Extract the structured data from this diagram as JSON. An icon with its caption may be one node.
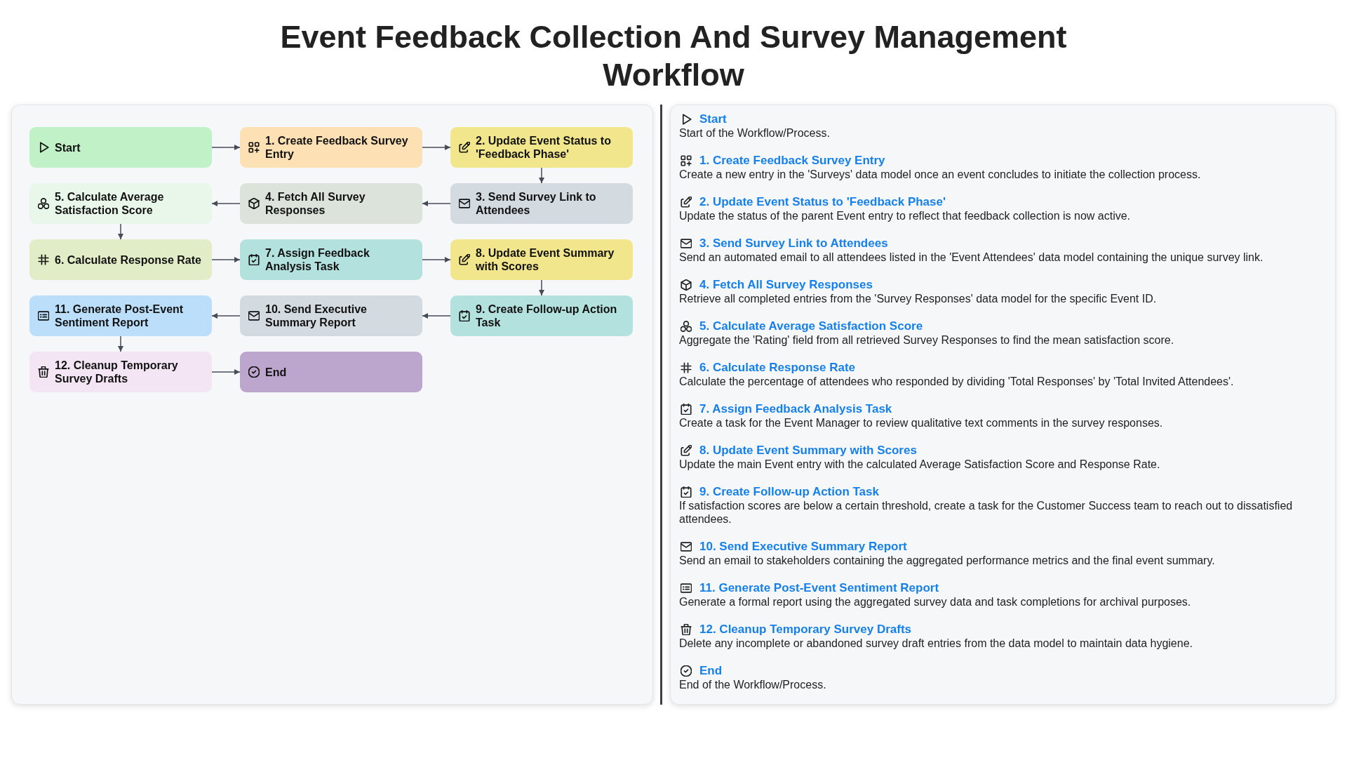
{
  "diagram": {
    "title": "Event Feedback Collection And Survey Management Workflow",
    "nodes": [
      {
        "text": [],
        "shape": "box"
      },
      {
        "text": [
          "Start"
        ],
        "in": 0
      },
      {
        "text": [
          "1. Create Feedback Survey Entry"
        ],
        "in": 0
      },
      {
        "text": [
          "2. Update Event Status to 'Feedback Phase'"
        ],
        "in": 0
      },
      {
        "text": [
          "3. Send Survey Link to Attendees"
        ],
        "in": 0
      },
      {
        "text": [
          "4. Fetch All Survey Responses"
        ],
        "in": 0
      },
      {
        "text": [
          "5. Calculate Average Satisfaction Score"
        ],
        "in": 0
      },
      {
        "text": [
          "6. Calculate Response Rate"
        ],
        "in": 0
      },
      {
        "text": [
          "7. Assign Feedback Analysis Task"
        ],
        "in": 0
      },
      {
        "text": [
          "8. Update Event Summary with Scores"
        ],
        "in": 0
      },
      {
        "text": [
          "9. Create Follow-up Action Task"
        ],
        "in": 0
      },
      {
        "text": [
          "10. Send Executive Summary Report"
        ],
        "in": 0
      },
      {
        "text": [
          "11. Generate Post-Event Sentiment Report"
        ],
        "in": 0
      },
      {
        "text": [
          "12. Cleanup Temporary Survey Drafts"
        ],
        "in": 0
      },
      {
        "text": [
          "End"
        ],
        "in": 0
      },
      {
        "text": [
          "Start",
          "Start of the Workflow/Process.",
          "1. Create Feedback Survey Entry",
          "Create a new entry in the 'Surveys' data model once an event concludes to initiate the collection process.",
          "2. Update Event Status to 'Feedback Phase'",
          "Update the status of the parent Event entry to reflect that feedback collection is now active.",
          "3. Send Survey Link to Attendees",
          "Send an automated email to all attendees listed in the 'Event Attendees' data model containing the unique survey link.",
          "4. Fetch All Survey Responses",
          "Retrieve all completed entries from the 'Survey Responses' data model for the specific Event ID.",
          "5. Calculate Average Satisfaction Score",
          "Aggregate the 'Rating' field from all retrieved Survey Responses to find the mean satisfaction score.",
          "6. Calculate Response Rate",
          "Calculate the percentage of attendees who responded by dividing 'Total Responses' by 'Total Invited Attendees'.",
          "7. Assign Feedback Analysis Task",
          "Create a task for the Event Manager to review qualitative text comments in the survey responses.",
          "8. Update Event Summary with Scores",
          "Update the main Event entry with the calculated Average Satisfaction Score and Response Rate.",
          "9. Create Follow-up Action Task",
          "If satisfaction scores are below a certain threshold, create a task for the Customer Success team to reach out to dissatisfied attendees.",
          "10. Send Executive Summary Report",
          "Send an email to stakeholders containing the aggregated performance metrics and the final event summary.",
          "11. Generate Post-Event Sentiment Report",
          "Generate a formal report using the aggregated survey data and task completions for archival purposes.",
          "12. Cleanup Temporary Survey Drafts",
          "Delete any incomplete or abandoned survey draft entries from the data model to maintain data hygiene.",
          "End",
          "End of the Workflow/Process."
        ]
      }
    ],
    "edges": [
      {
        "from": 1,
        "to": 2,
        "arrow": "to"
      },
      {
        "from": 2,
        "to": 3,
        "arrow": "to"
      },
      {
        "from": 3,
        "to": 4,
        "arrow": "to"
      },
      {
        "from": 4,
        "to": 5,
        "arrow": "to"
      },
      {
        "from": 5,
        "to": 6,
        "arrow": "to"
      },
      {
        "from": 6,
        "to": 7,
        "arrow": "to"
      },
      {
        "from": 7,
        "to": 8,
        "arrow": "to"
      },
      {
        "from": 8,
        "to": 9,
        "arrow": "to"
      },
      {
        "from": 9,
        "to": 10,
        "arrow": "to"
      },
      {
        "from": 10,
        "to": 11,
        "arrow": "to"
      },
      {
        "from": 11,
        "to": 12,
        "arrow": "to"
      },
      {
        "from": 12,
        "to": 13,
        "arrow": "to"
      },
      {
        "from": 13,
        "to": 14,
        "arrow": "to"
      }
    ]
  }
}
